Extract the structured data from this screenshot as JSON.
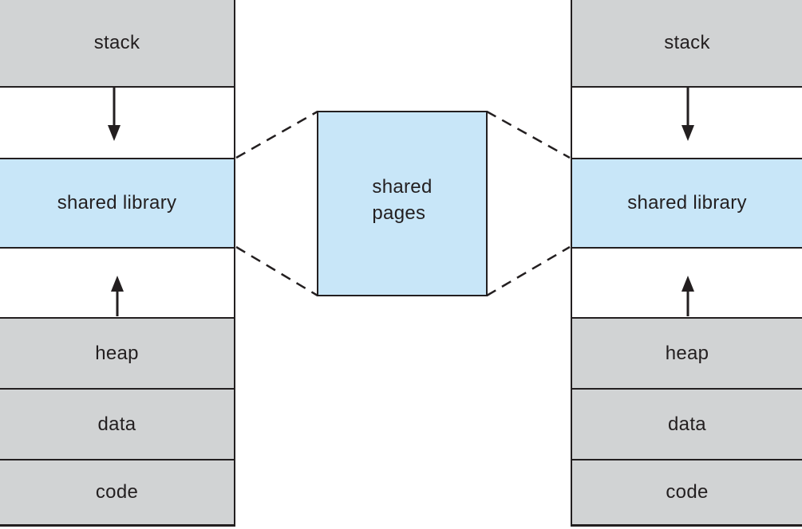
{
  "colors": {
    "segment-gray": "#d1d3d4",
    "shared-blue": "#c8e6f8",
    "line": "#231f20",
    "background": "#ffffff",
    "text": "#231f20"
  },
  "left_column": {
    "stack": "stack",
    "shared_library": "shared library",
    "heap": "heap",
    "data": "data",
    "code": "code"
  },
  "right_column": {
    "stack": "stack",
    "shared_library": "shared library",
    "heap": "heap",
    "data": "data",
    "code": "code"
  },
  "center_box": {
    "line1": "shared",
    "line2": "pages"
  }
}
